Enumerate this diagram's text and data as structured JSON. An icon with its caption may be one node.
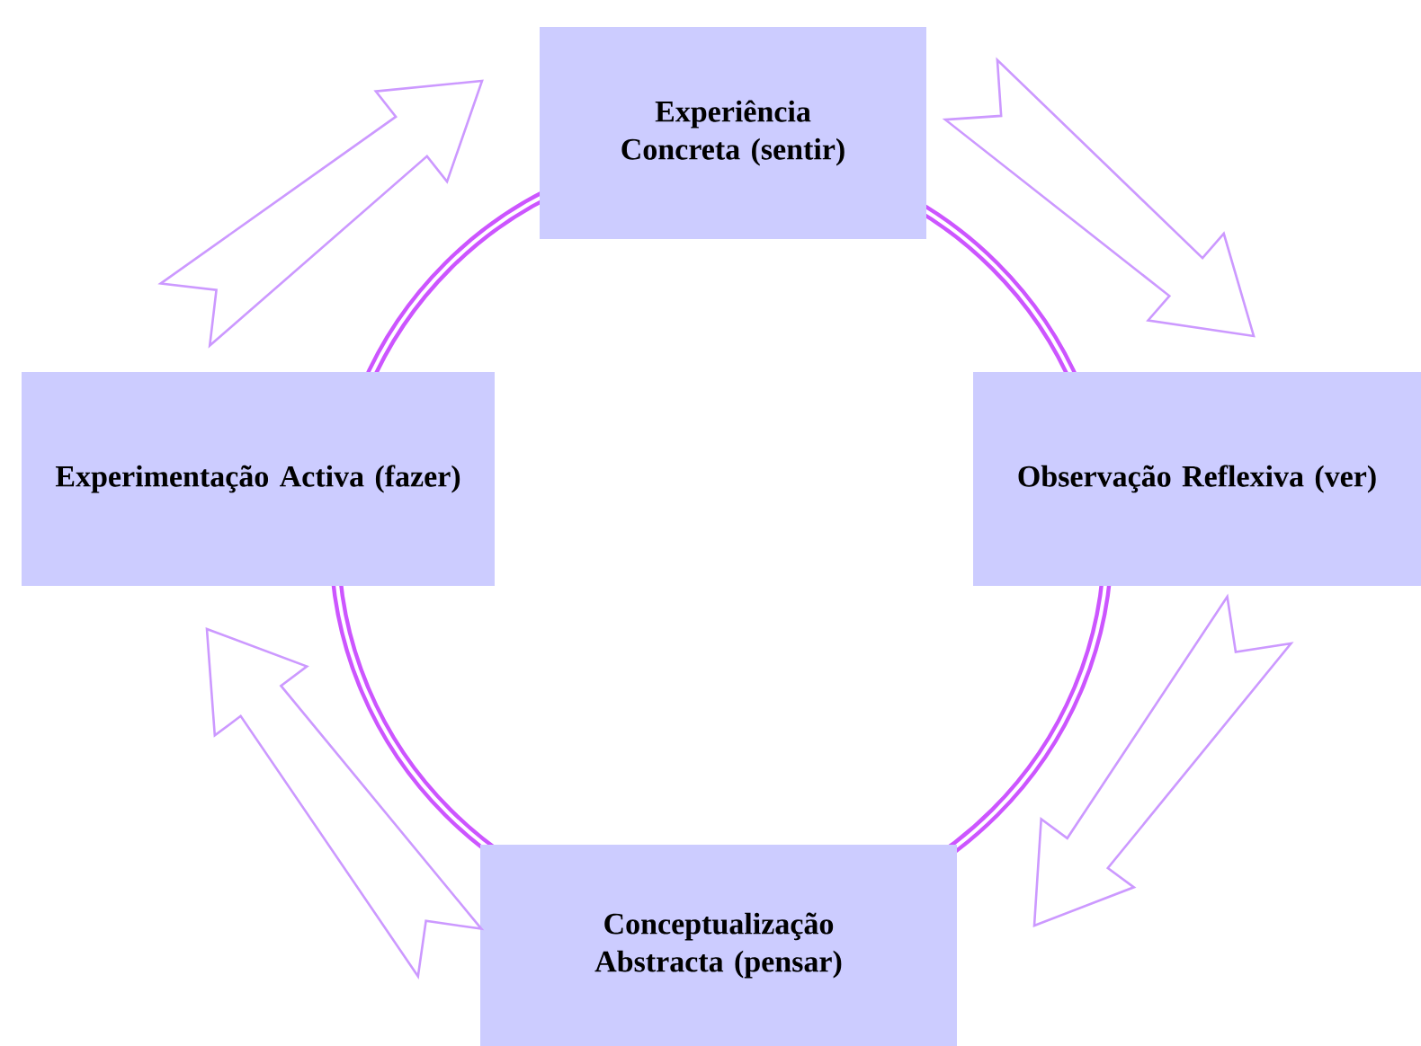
{
  "diagram": {
    "nodes": [
      {
        "text": [
          "Experiência Concreta (sentir)"
        ]
      },
      {
        "text": [
          "Observação Reflexiva (ver)"
        ]
      },
      {
        "text": [
          "Conceptualização Abstracta (pensar)"
        ]
      },
      {
        "text": [
          "Experimentação Activa (fazer)"
        ]
      }
    ],
    "edges": [
      {
        "from": 0,
        "to": 1,
        "arrow": "to"
      },
      {
        "from": 1,
        "to": 2,
        "arrow": "to"
      },
      {
        "from": 2,
        "to": 3,
        "arrow": "to"
      },
      {
        "from": 3,
        "to": 0,
        "arrow": "to"
      }
    ]
  }
}
